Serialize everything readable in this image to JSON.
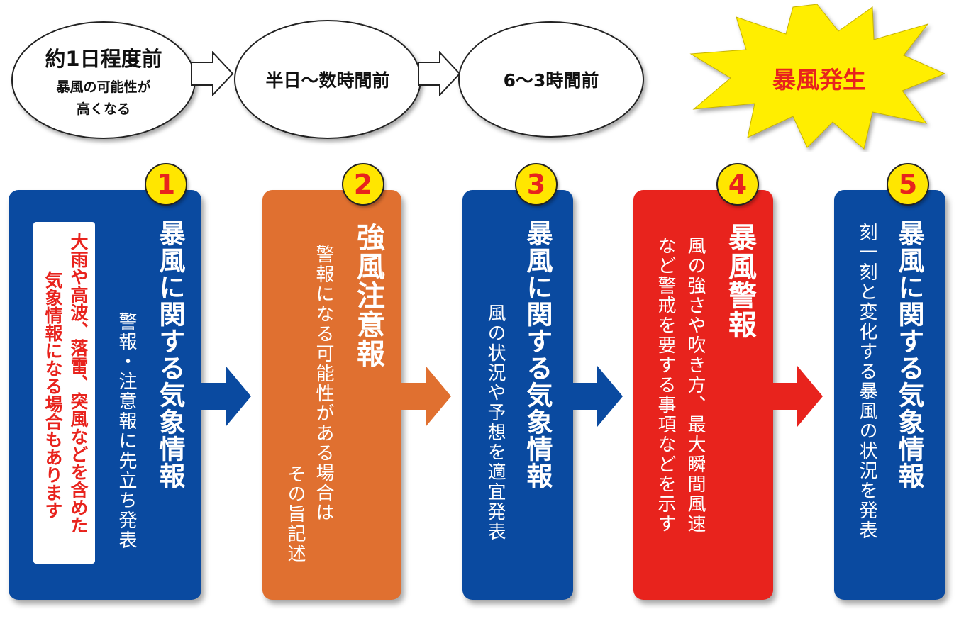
{
  "timeline": [
    {
      "main": "約1日程度前",
      "sub1": "暴風の可能性が",
      "sub2": "高くなる"
    },
    {
      "main": "半日〜数時間前"
    },
    {
      "main": "6〜3時間前"
    },
    {
      "main": "暴風発生"
    }
  ],
  "steps": [
    {
      "number": "1",
      "title": "暴風に関する気象情報",
      "desc": [
        "警報・注意報に先立ち発表"
      ],
      "note": [
        "大雨や高波、落雷、突風などを含めた",
        "気象情報になる場合もあります"
      ],
      "color": "#0a4aa0"
    },
    {
      "number": "2",
      "title": "強風注意報",
      "desc": [
        "警報になる可能性がある場合は",
        "その旨記述"
      ],
      "color": "#e07030"
    },
    {
      "number": "3",
      "title": "暴風に関する気象情報",
      "desc": [
        "風の状況や予想を適宜発表"
      ],
      "color": "#0a4aa0"
    },
    {
      "number": "4",
      "title": "暴風警報",
      "desc": [
        "風の強さや吹き方、最大瞬間風速",
        "など警戒を要する事項などを示す"
      ],
      "color": "#e8231d"
    },
    {
      "number": "5",
      "title": "暴風に関する気象情報",
      "desc": [
        "刻一刻と変化する暴風の状況を発表"
      ],
      "color": "#0a4aa0"
    }
  ]
}
